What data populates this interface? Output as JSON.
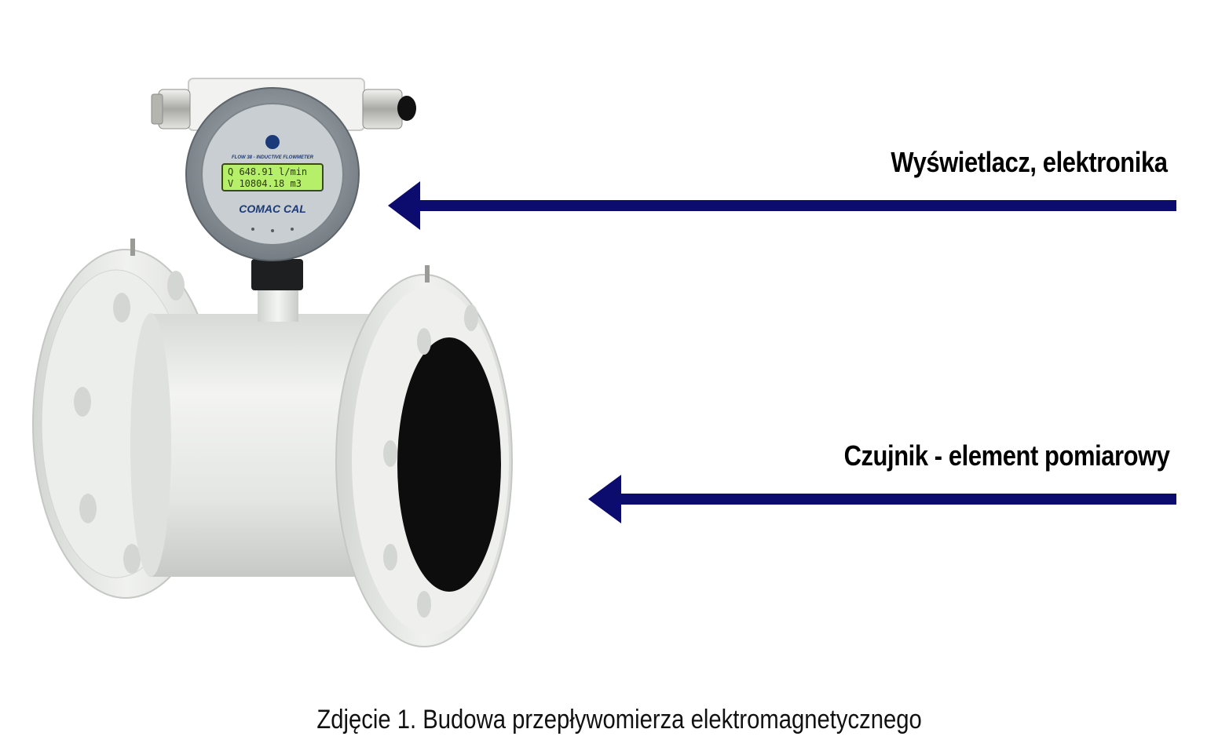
{
  "callouts": {
    "display": "Wyświetlacz, elektronika",
    "sensor": "Czujnik - element pomiarowy"
  },
  "caption": "Zdjęcie 1. Budowa przepływomierza elektromagnetycznego",
  "device": {
    "brand": "COMAC CAL",
    "model_line": "FLOW 38 - INDUCTIVE FLOWMETER",
    "lcd_line1": "Q  648.91 l/min",
    "lcd_line2": "V   10804.18 m3"
  },
  "colors": {
    "arrow": "#0c0c6e",
    "lcd": "#b6ef6a",
    "body": "#e9ebe8",
    "housing": "#8b9298"
  }
}
